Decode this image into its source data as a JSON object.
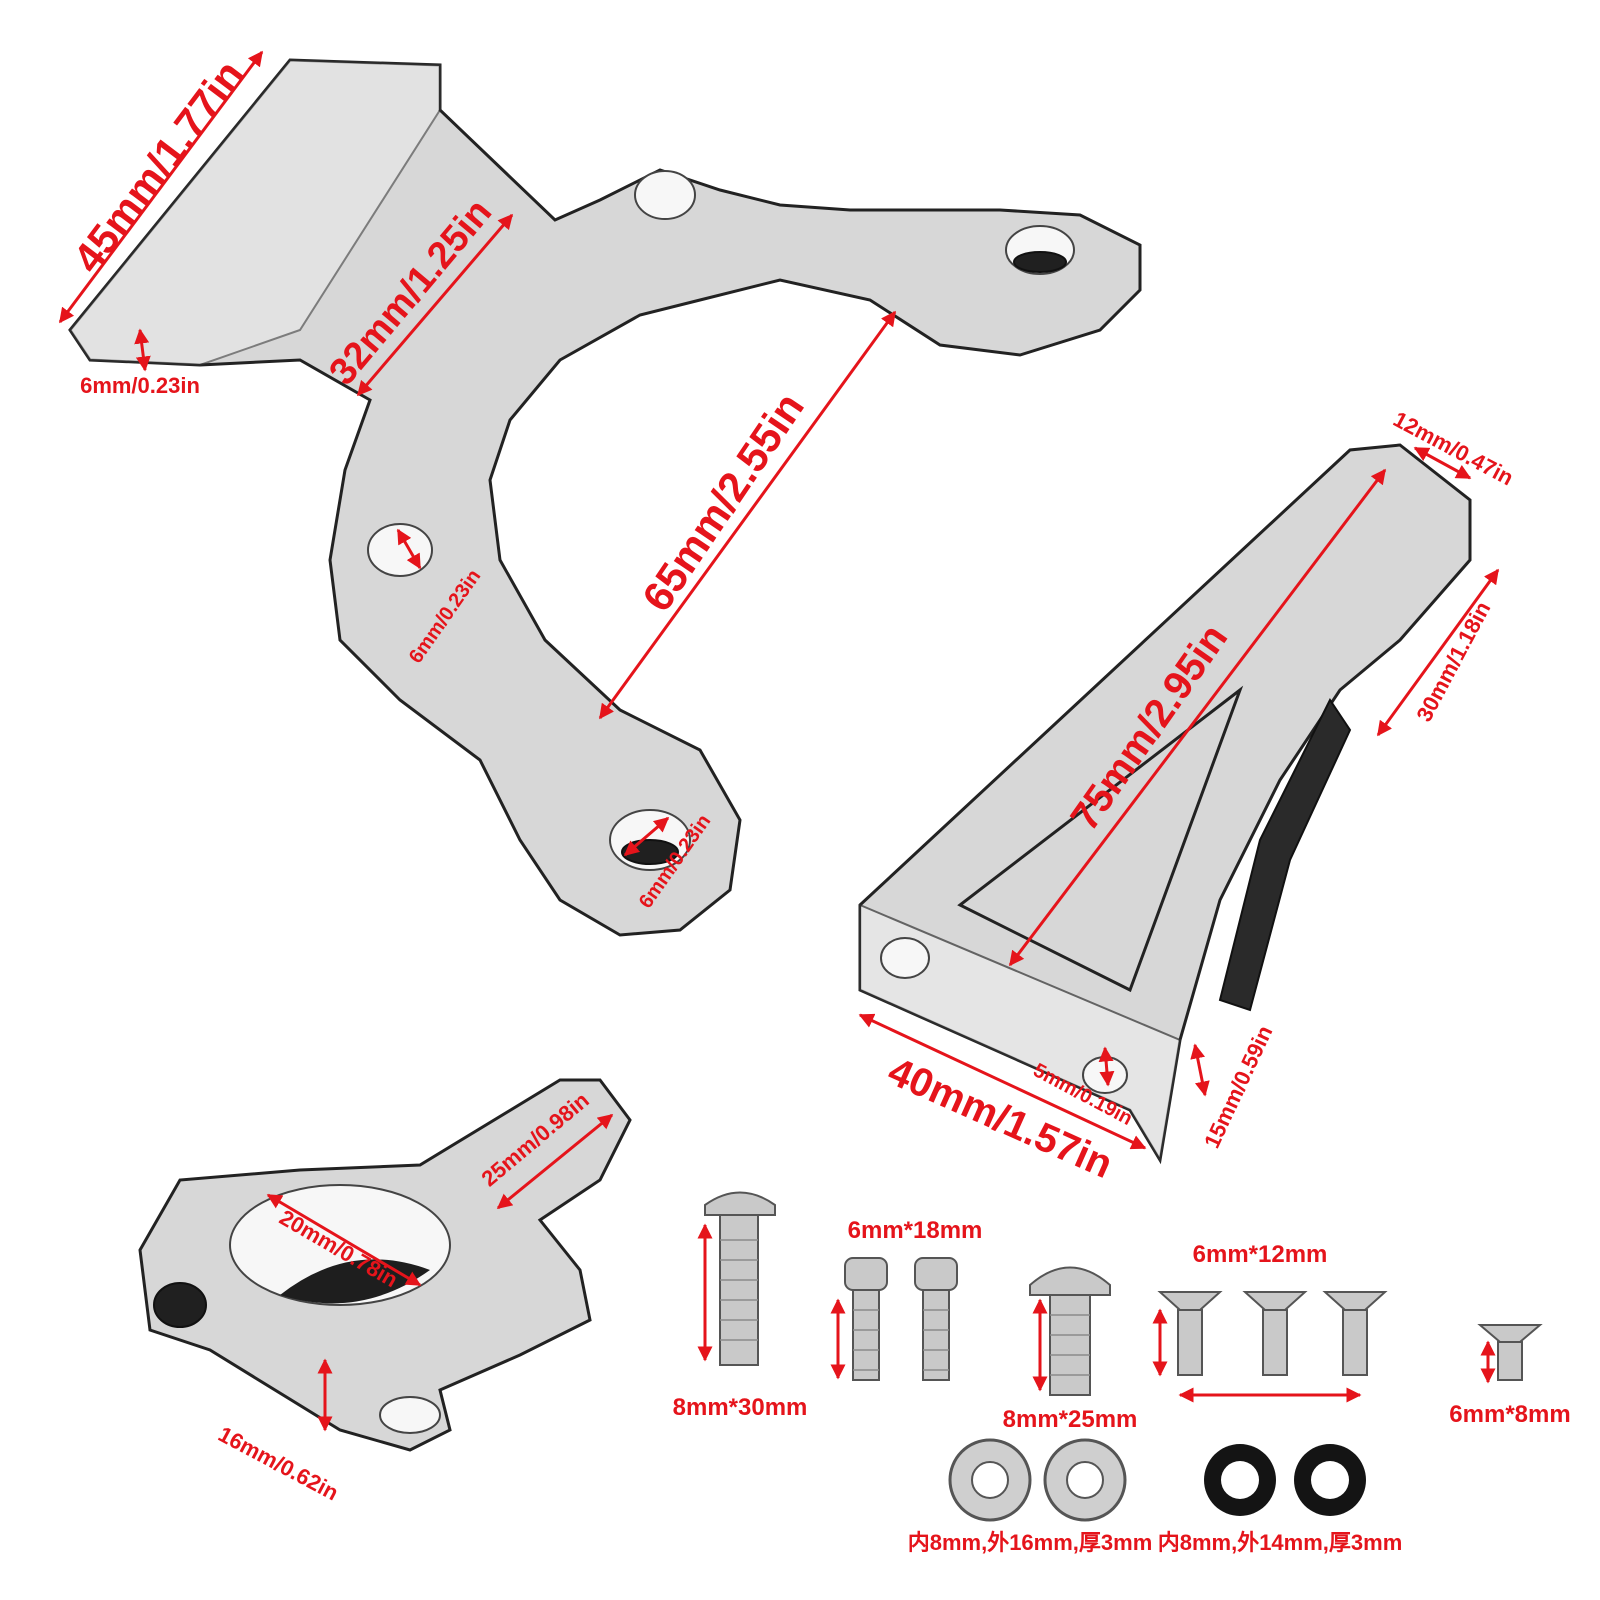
{
  "colors": {
    "accent": "#e5141b",
    "metal": "#c9c9c9",
    "outline": "#222222"
  },
  "labels": {
    "bracket_width": "45mm/1.77in",
    "bracket_step": "6mm/0.23in",
    "bracket_inner": "32mm/1.25in",
    "ring_span": "65mm/2.55in",
    "ring_hole_1": "6mm/0.23in",
    "ring_hole_2": "6mm/0.23in",
    "arm_top": "12mm/0.47in",
    "arm_side": "30mm/1.18in",
    "arm_length": "75mm/2.95in",
    "arm_base": "40mm/1.57in",
    "arm_hole": "5mm/0.19in",
    "arm_height": "15mm/0.59in",
    "clamp_tab": "25mm/0.98in",
    "clamp_bore": "20mm/0.78in",
    "clamp_height": "16mm/0.62in",
    "bolt_a": "8mm*30mm",
    "bolt_b": "6mm*18mm",
    "bolt_c": "8mm*25mm",
    "bolt_d": "6mm*12mm",
    "bolt_e": "6mm*8mm",
    "washer_metal": "内8mm,外16mm,厚3mm",
    "washer_rubber": "内8mm,外14mm,厚3mm"
  }
}
